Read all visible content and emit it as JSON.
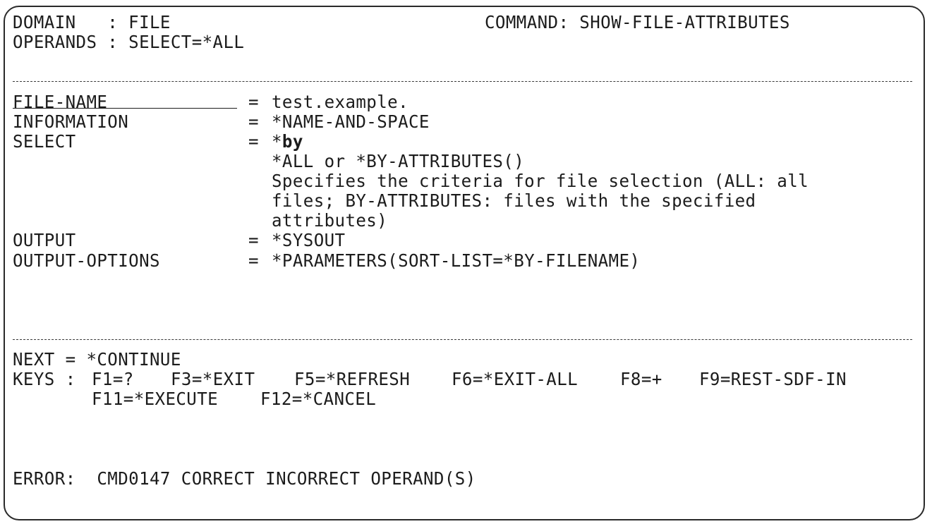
{
  "header": {
    "domain_label": "DOMAIN   : FILE",
    "command_label": "COMMAND: SHOW-FILE-ATTRIBUTES",
    "operands_label": "OPERANDS : SELECT=*ALL"
  },
  "fields": {
    "file_name": {
      "label": "FILE-NAME",
      "eq": "=",
      "value": "test.example."
    },
    "information": {
      "label": "INFORMATION",
      "eq": "=",
      "value": "*NAME-AND-SPACE"
    },
    "select": {
      "label": "SELECT",
      "eq": "=",
      "value_prefix": "*",
      "value_bold": "by",
      "help_lines": [
        "*ALL or *BY-ATTRIBUTES()",
        "Specifies the criteria for file selection (ALL: all",
        "files; BY-ATTRIBUTES: files with the specified",
        "attributes)"
      ]
    },
    "output": {
      "label": "OUTPUT",
      "eq": "=",
      "value": "*SYSOUT"
    },
    "output_options": {
      "label": "OUTPUT-OPTIONS",
      "eq": "=",
      "value": "*PARAMETERS(SORT-LIST=*BY-FILENAME)"
    }
  },
  "footer": {
    "next": "NEXT = *CONTINUE",
    "keys_prefix": "KEYS :",
    "keys_row1": [
      {
        "key": "F1=?"
      },
      {
        "key": "F3=*EXIT"
      },
      {
        "key": "F5=*REFRESH"
      },
      {
        "key": "F6=*EXIT-ALL"
      },
      {
        "key": "F8=+"
      },
      {
        "key": "F9=REST-SDF-IN"
      }
    ],
    "keys_row2": [
      {
        "key": "F11=*EXECUTE"
      },
      {
        "key": "F12=*CANCEL"
      }
    ],
    "error": "ERROR:  CMD0147 CORRECT INCORRECT OPERAND(S)"
  },
  "colors": {
    "text": "#1c1c1c",
    "background": "#ffffff",
    "border": "#2a2a2a"
  }
}
